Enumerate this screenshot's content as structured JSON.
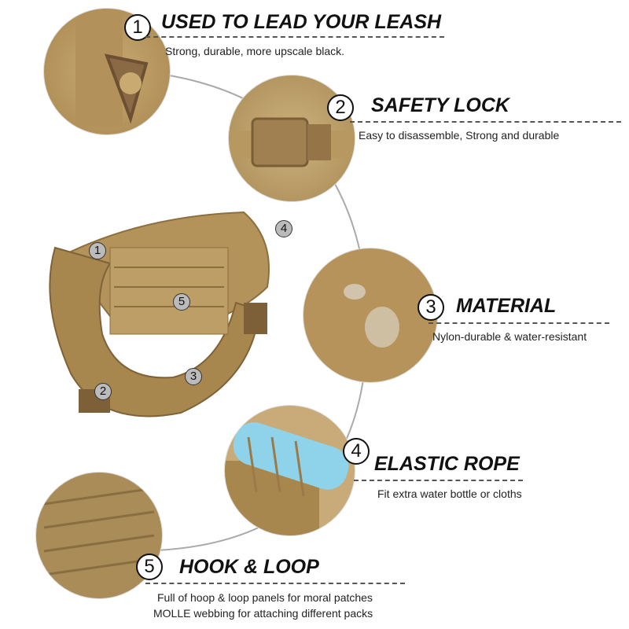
{
  "features": [
    {
      "number": "1",
      "title": "USED TO LEAD YOUR LEASH",
      "description": [
        "Strong, durable, more upscale black."
      ]
    },
    {
      "number": "2",
      "title": "SAFETY LOCK",
      "description": [
        "Easy to disassemble, Strong and durable"
      ]
    },
    {
      "number": "3",
      "title": "MATERIAL",
      "description": [
        "Nylon-durable & water-resistant"
      ]
    },
    {
      "number": "4",
      "title": "ELASTIC ROPE",
      "description": [
        "Fit extra water bottle or cloths"
      ]
    },
    {
      "number": "5",
      "title": "HOOK & LOOP",
      "description": [
        "Full of hoop & loop panels for moral patches",
        "MOLLE webbing for attaching different packs"
      ]
    }
  ],
  "harness_markers": [
    "1",
    "2",
    "3",
    "4",
    "5"
  ],
  "colors": {
    "tan": "#b99a63",
    "dark_tan": "#8c6f3f",
    "text": "#111111"
  }
}
